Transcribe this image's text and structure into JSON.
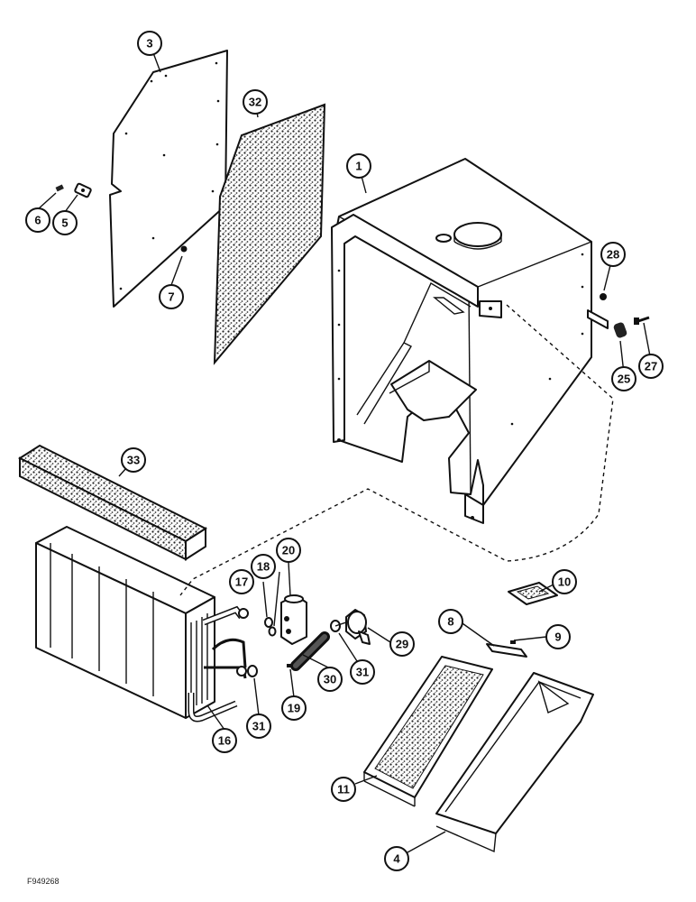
{
  "figure_id": "F949268",
  "callouts": [
    "1",
    "3",
    "32",
    "6",
    "5",
    "7",
    "28",
    "27",
    "25",
    "33",
    "20",
    "17",
    "18",
    "29",
    "31",
    "30",
    "19",
    "31",
    "16",
    "10",
    "8",
    "9",
    "11",
    "4"
  ]
}
